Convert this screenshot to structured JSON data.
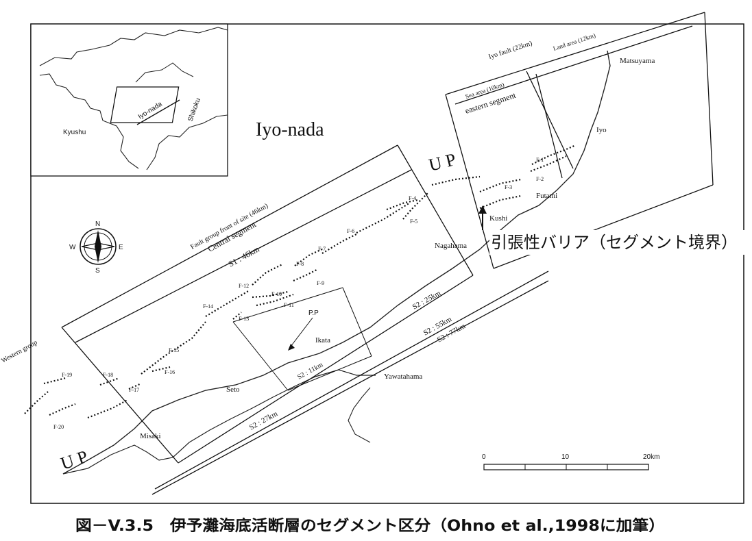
{
  "map": {
    "title": "Iyo-nada",
    "inset": {
      "labels": {
        "region": "Iyo-nada",
        "west": "Kyushu",
        "east": "Shikoku"
      }
    },
    "places": {
      "matsuyama": "Matsuyama",
      "iyo": "Iyo",
      "futami": "Futami",
      "kushi": "Kushi",
      "nagahama": "Nagahama",
      "ikata": "Ikata",
      "yawatahama": "Yawatahama",
      "seto": "Seto",
      "misaki": "Misaki",
      "pp": "P.P"
    },
    "faults": [
      "F-1",
      "F-2",
      "F-3",
      "F-4",
      "F-5",
      "F-6",
      "F-7",
      "F-8",
      "F-9",
      "F-10",
      "F-11",
      "F-12",
      "F-13",
      "F-14",
      "F-15",
      "F-16",
      "F-17",
      "F-18",
      "F-19",
      "F-20"
    ],
    "segments": {
      "iyo_fault": "Iyo fault (22km)",
      "land_area": "Land area (12km)",
      "sea_area": "Sea area (10km)",
      "eastern": "eastern segment",
      "group_front": "Fault group front of site (46km)",
      "central": "Central segment",
      "s1": "S1 : 46km",
      "western": "Western group",
      "s2_25": "S2 : 25km",
      "s2_55": "S2 : 55km",
      "s2_77": "S2 : 77km",
      "s2_11": "S2 : 11km",
      "s2_27": "S2 : 27km"
    },
    "up_label": "U P",
    "annotation": "引張性バリア（セグメント境界）",
    "compass": {
      "n": "N",
      "s": "S",
      "e": "E",
      "w": "W"
    },
    "scale": {
      "ticks": [
        "0",
        "10",
        "20km"
      ]
    },
    "caption": "図－V.3.5　伊予灘海底活断層のセグメント区分（Ohno et al.,1998に加筆）"
  }
}
